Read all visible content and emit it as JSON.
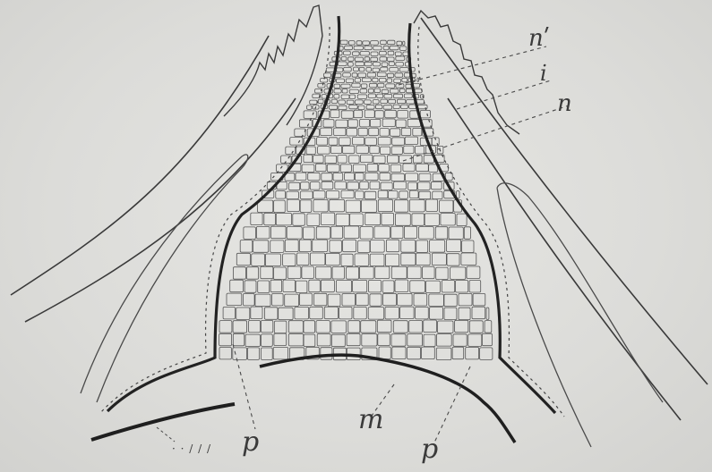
{
  "figure": {
    "labels": {
      "nu": "nʹ",
      "i": "i",
      "n": "n",
      "p_left": "p",
      "m": "m",
      "p_right": "p",
      "dots": "· · / / /"
    },
    "colors": {
      "background": "#dcdcd9",
      "ink": "#2a2a2a",
      "cell": "#555555"
    }
  }
}
